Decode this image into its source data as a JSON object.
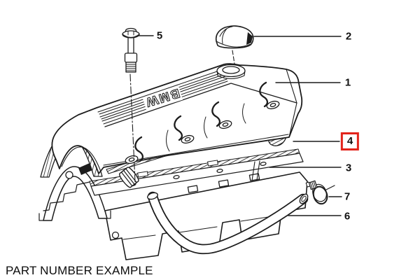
{
  "page": {
    "background": "#ffffff",
    "footer_label": "PART NUMBER EXAMPLE"
  },
  "diagram": {
    "engine_cover_logo": "BMW",
    "highlight_color": "#e2231a",
    "line_color": "#1c1c1c",
    "highlighted_callout": "4",
    "callouts": {
      "c1": {
        "label": "1"
      },
      "c2": {
        "label": "2"
      },
      "c3": {
        "label": "3"
      },
      "c4": {
        "label": "4",
        "highlighted": true
      },
      "c5": {
        "label": "5"
      },
      "c6": {
        "label": "6"
      },
      "c7": {
        "label": "7"
      }
    }
  }
}
